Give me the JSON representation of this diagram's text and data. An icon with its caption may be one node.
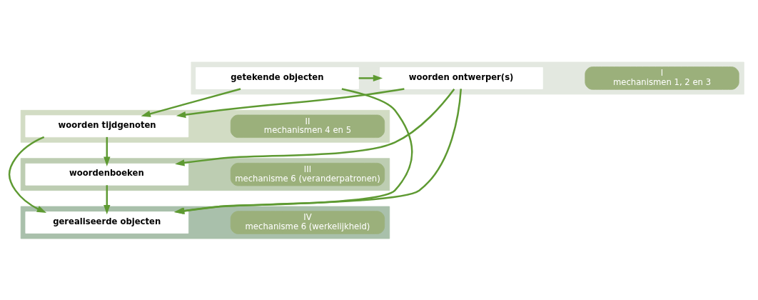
{
  "diagram": {
    "nodes": [
      {
        "text": [],
        "shape": "band"
      },
      {
        "text": [
          "getekende objecten"
        ],
        "in": 0
      },
      {
        "text": [
          "woorden ontwerper(s)"
        ],
        "in": 0
      },
      {
        "text": [
          "I",
          "mechanismen 1, 2 en 3"
        ],
        "in": 0
      },
      {
        "text": [],
        "shape": "band"
      },
      {
        "text": [
          "woorden tijdgenoten"
        ],
        "in": 4
      },
      {
        "text": [
          "II",
          "mechanismen 4 en 5"
        ],
        "in": 4
      },
      {
        "text": [],
        "shape": "band"
      },
      {
        "text": [
          "woordenboeken"
        ],
        "in": 7
      },
      {
        "text": [
          "III",
          "mechanisme 6 (veranderpatronen)"
        ],
        "in": 7
      },
      {
        "text": [],
        "shape": "band"
      },
      {
        "text": [
          "gerealiseerde objecten"
        ],
        "in": 10
      },
      {
        "text": [
          "IV",
          "mechanisme 6 (werkelijkheid)"
        ],
        "in": 10
      }
    ],
    "edges": [
      {
        "from": 1,
        "to": 2,
        "arrow": "to"
      },
      {
        "from": 1,
        "to": 11,
        "arrow": "to"
      },
      {
        "from": 1,
        "to": 5,
        "arrow": "to"
      },
      {
        "from": 2,
        "to": 5,
        "arrow": "to"
      },
      {
        "from": 2,
        "to": 8,
        "arrow": "to"
      },
      {
        "from": 2,
        "to": 11,
        "arrow": "to"
      },
      {
        "from": 5,
        "to": 11,
        "arrow": "to"
      },
      {
        "from": 5,
        "to": 8,
        "arrow": "to"
      },
      {
        "from": 8,
        "to": 11,
        "arrow": "to"
      }
    ]
  }
}
